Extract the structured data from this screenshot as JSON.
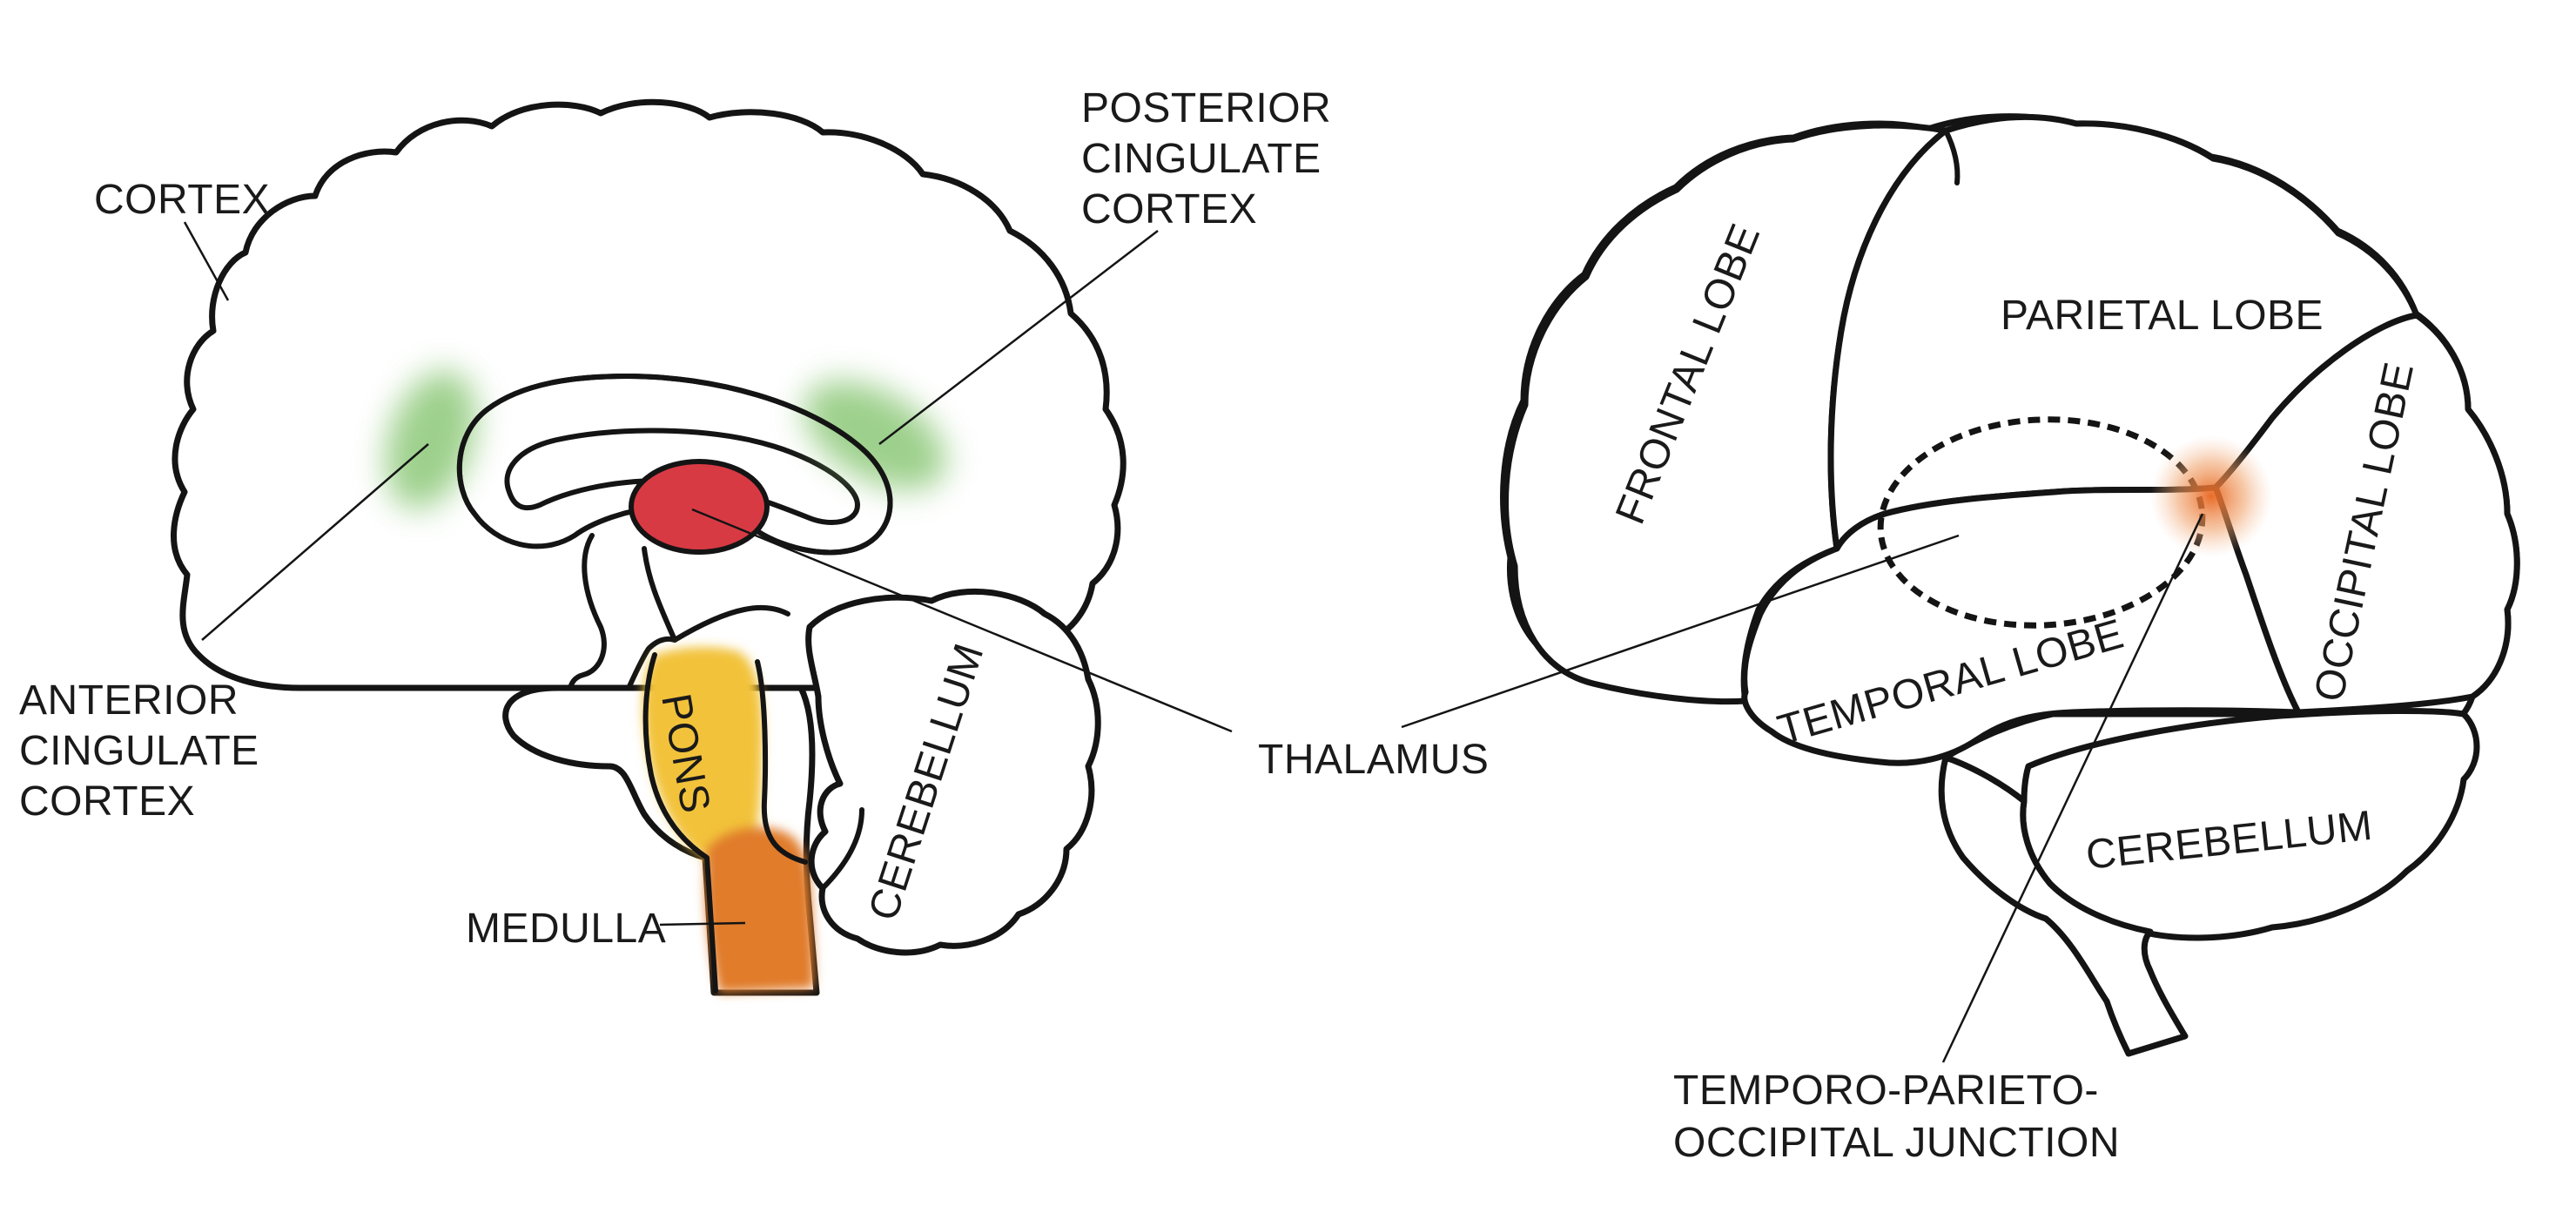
{
  "left_view": {
    "labels": {
      "cortex": "CORTEX",
      "posterior_cingulate": [
        "POSTERIOR",
        "CINGULATE",
        "CORTEX"
      ],
      "anterior_cingulate": [
        "ANTERIOR",
        "CINGULATE",
        "CORTEX"
      ],
      "pons": "PONS",
      "medulla": "MEDULLA",
      "cerebellum": "CEREBELLUM"
    }
  },
  "shared_labels": {
    "thalamus": "THALAMUS"
  },
  "right_view": {
    "labels": {
      "frontal_lobe": "FRONTAL LOBE",
      "parietal_lobe": "PARIETAL LOBE",
      "occipital_lobe": "OCCIPITAL LOBE",
      "temporal_lobe": "TEMPORAL LOBE",
      "cerebellum": "CEREBELLUM",
      "tpo_junction": [
        "TEMPORO-PARIETO-",
        "OCCIPITAL JUNCTION"
      ]
    }
  },
  "colors": {
    "cingulate_highlight": "#8cc878",
    "thalamus": "#d83a44",
    "pons": "#f2c23a",
    "medulla": "#e07c2a",
    "tpo_junction_highlight": "#ea7a3c",
    "outline": "#141414"
  }
}
